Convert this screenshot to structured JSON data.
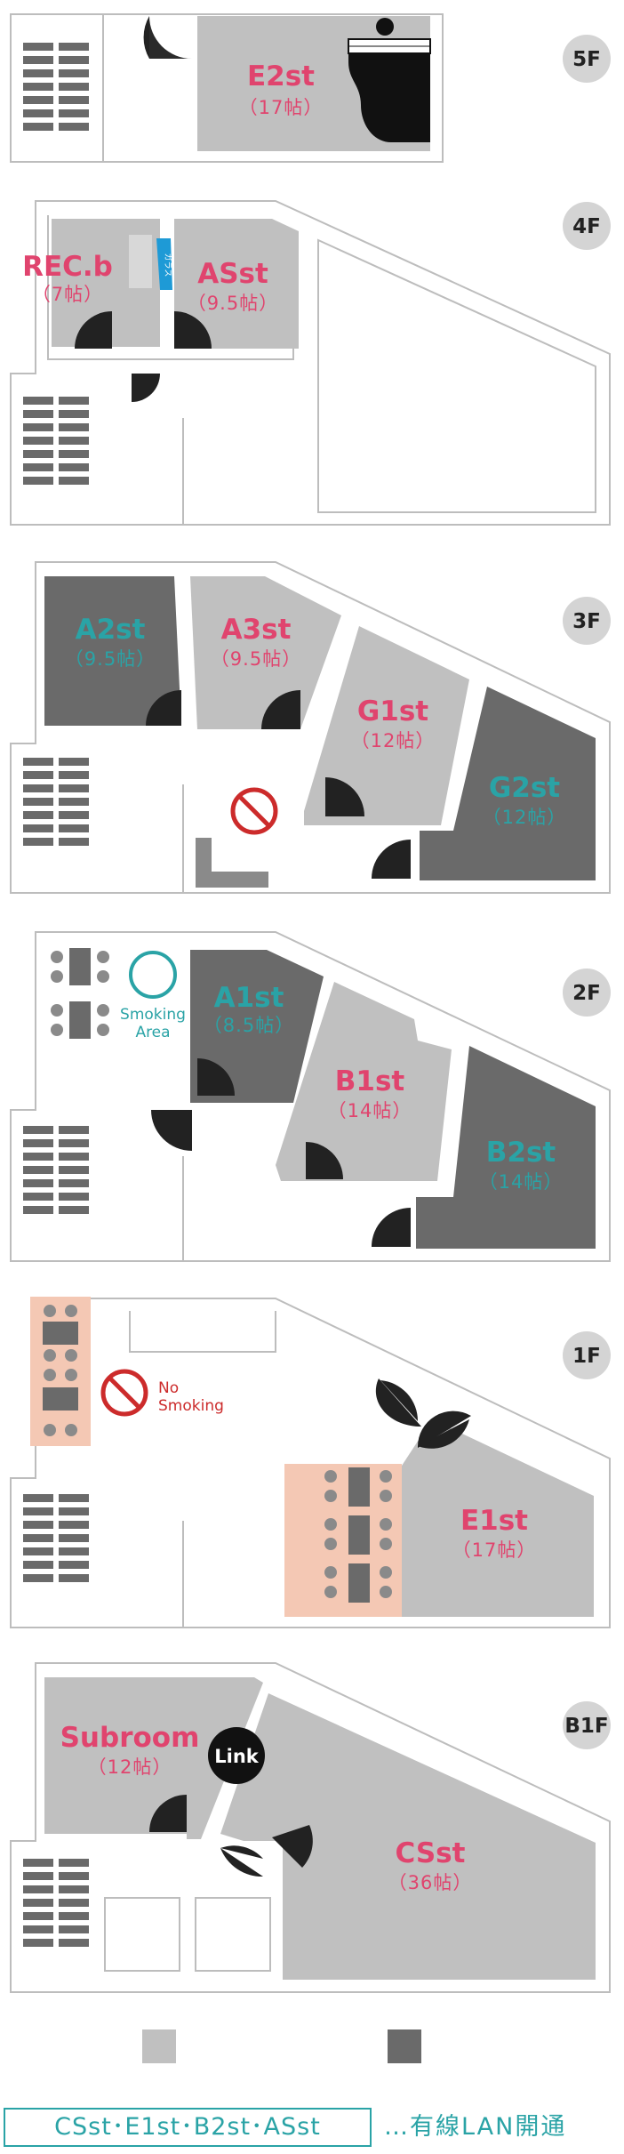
{
  "colors": {
    "room_light": "#c0c0c0",
    "room_dark": "#6a6a6a",
    "wall": "#bdbdbd",
    "accent_pink": "#e0446e",
    "accent_teal": "#2aa3a6",
    "no_smoking_red": "#cc2b2b",
    "table_area": "#f4c8b4",
    "floor_badge": "#d4d4d4"
  },
  "floors": {
    "f5": {
      "label": "5F",
      "rooms": [
        {
          "name": "E2st",
          "size": "（17帖）"
        }
      ]
    },
    "f4": {
      "label": "4F",
      "rooms": [
        {
          "name": "REC.b",
          "size": "（7帖）"
        },
        {
          "name": "ASst",
          "size": "（9.5帖）"
        }
      ],
      "glass_label": "ガラス"
    },
    "f3": {
      "label": "3F",
      "rooms": [
        {
          "name": "A2st",
          "size": "（9.5帖）"
        },
        {
          "name": "A3st",
          "size": "（9.5帖）"
        },
        {
          "name": "G1st",
          "size": "（12帖）"
        },
        {
          "name": "G2st",
          "size": "（12帖）"
        }
      ]
    },
    "f2": {
      "label": "2F",
      "rooms": [
        {
          "name": "A1st",
          "size": "（8.5帖）"
        },
        {
          "name": "B1st",
          "size": "（14帖）"
        },
        {
          "name": "B2st",
          "size": "（14帖）"
        }
      ],
      "smoking_label_1": "Smoking",
      "smoking_label_2": "Area"
    },
    "f1": {
      "label": "1F",
      "rooms": [
        {
          "name": "E1st",
          "size": "（17帖）"
        }
      ],
      "no_smoking_1": "No",
      "no_smoking_2": "Smoking"
    },
    "b1": {
      "label": "B1F",
      "rooms": [
        {
          "name": "Subroom",
          "size": "（12帖）"
        },
        {
          "name": "CSst",
          "size": "（36帖）"
        }
      ],
      "link_label": "Link"
    }
  },
  "footer": {
    "lan_rooms": "CSst･E1st･B2st･ASst",
    "lan_note": "…有線LAN開通"
  }
}
